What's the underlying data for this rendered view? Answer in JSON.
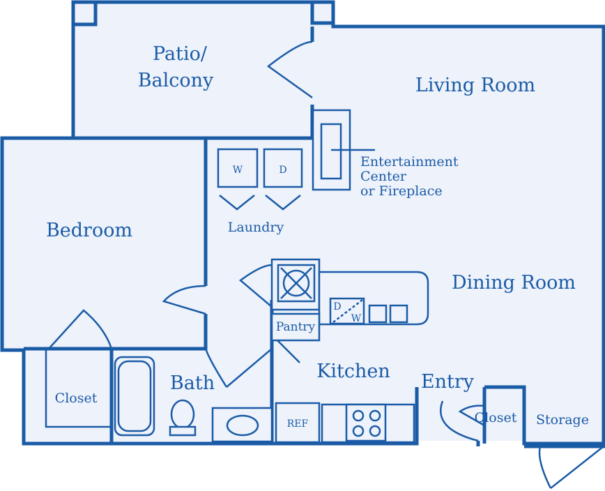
{
  "colors": {
    "line": "#1a5ba6",
    "floor": "#eef2fb",
    "background": "#ffffff"
  },
  "rooms": {
    "patio": [
      "Patio/",
      "Balcony"
    ],
    "living": "Living Room",
    "bedroom": "Bedroom",
    "dining": "Dining Room",
    "kitchen": "Kitchen",
    "bath": "Bath",
    "entry": "Entry",
    "laundry": "Laundry",
    "pantry": "Pantry",
    "closet_left": "Closet",
    "closet_right": "Closet",
    "storage": "Storage"
  },
  "fixtures": {
    "washer": "W",
    "dryer": "D",
    "dishwasher_d": "D",
    "dishwasher_w": "W",
    "fridge": "REF",
    "entertainment": [
      "Entertainment",
      "Center",
      "or Fireplace"
    ]
  }
}
